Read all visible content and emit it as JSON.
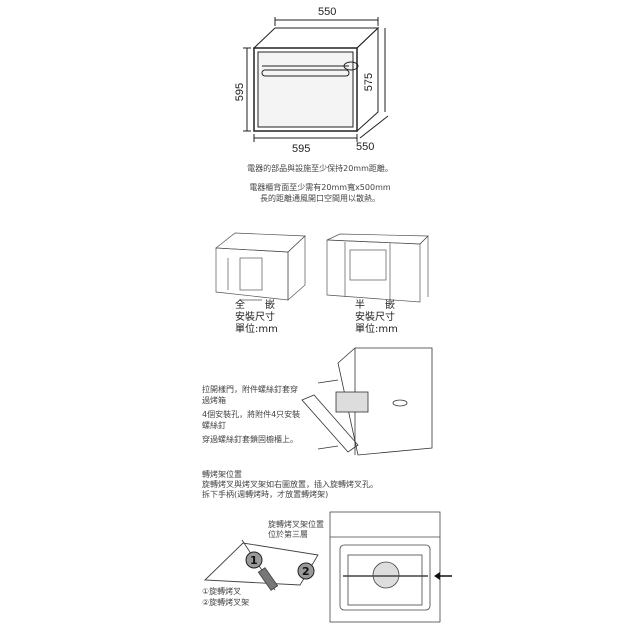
{
  "dimensions": {
    "top_width": "550",
    "left_height": "595",
    "right_height": "575",
    "bottom_front": "595",
    "bottom_depth": "550"
  },
  "notes": {
    "line1": "電器的部品與設施至少保持20mm距離。",
    "line2": "電器櫃背面至少需有20mm寬x500mm",
    "line3": "長的距離通風開口空間用以散熱。"
  },
  "full_embed": {
    "title": "全　　嵌",
    "subtitle": "安裝尺寸",
    "unit": "單位:mm"
  },
  "half_embed": {
    "title": "半　　嵌",
    "subtitle": "安裝尺寸",
    "unit": "單位:mm"
  },
  "install_steps": [
    "拉開樣門，附件螺絲釘套穿\n過烤箱",
    "4個安裝孔，將附件4只安裝\n螺絲釘",
    "穿過螺絲釘套鎖固櫥櫃上。"
  ],
  "rotisserie": {
    "heading": "轉烤架位置",
    "line1": "旋轉烤叉與烤叉架如右圖放置，插入旋轉烤叉孔。",
    "line2": "拆下手柄(週轉烤時，才放置轉烤架)",
    "position_label_1": "旋轉烤叉架位置",
    "position_label_2": "位於第三層",
    "legend_1": "①旋轉烤叉",
    "legend_2": "②旋轉烤叉架",
    "marker_1": "1",
    "marker_2": "2"
  }
}
